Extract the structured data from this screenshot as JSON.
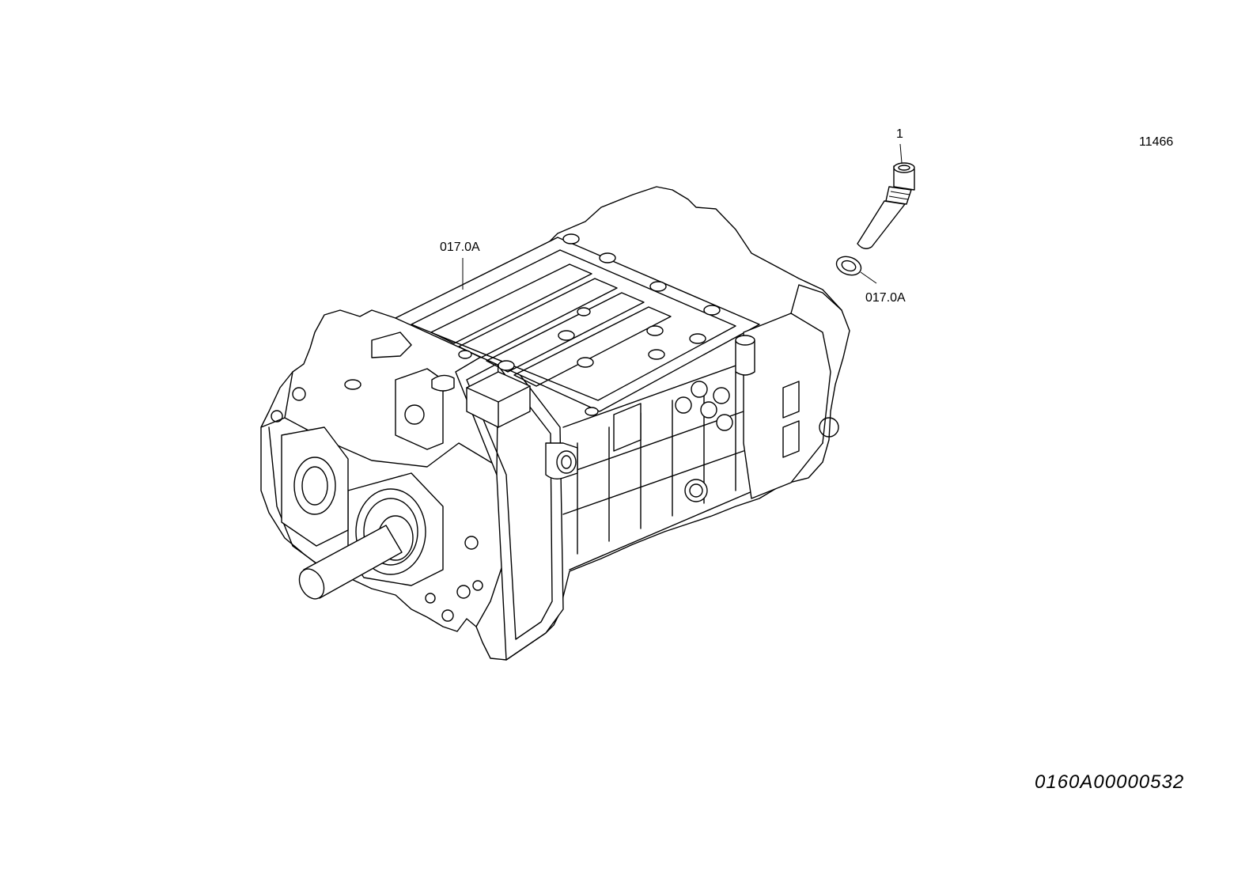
{
  "diagram": {
    "drawing_number": "11466",
    "figure_code": "0160A00000532",
    "callouts": [
      {
        "id": "gearbox-assembly",
        "text": "017.0A"
      },
      {
        "id": "item-1",
        "text": "1"
      },
      {
        "id": "seal-ring",
        "text": "017.0A"
      }
    ]
  }
}
